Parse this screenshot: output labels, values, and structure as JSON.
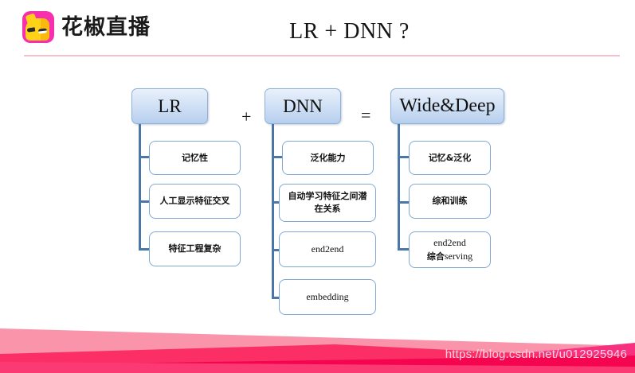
{
  "brand": {
    "name": "花椒直播",
    "logo_icon": "huajiao-cat-logo-icon",
    "logo_bg_color": "#f72fae",
    "logo_face_color": "#ffd21a"
  },
  "title": "LR + DNN ?",
  "operators": {
    "plus": "+",
    "equals": "="
  },
  "diagram": {
    "columns": [
      {
        "id": "lr",
        "header": "LR",
        "children": [
          {
            "text": "记忆性",
            "script": "cjk"
          },
          {
            "text": "人工显示特征交叉",
            "script": "cjk"
          },
          {
            "text": "特征工程复杂",
            "script": "cjk"
          }
        ]
      },
      {
        "id": "dnn",
        "header": "DNN",
        "children": [
          {
            "text": "泛化能力",
            "script": "cjk"
          },
          {
            "text": "自动学习特征之间潜在关系",
            "script": "cjk"
          },
          {
            "text": "end2end",
            "script": "latin"
          },
          {
            "text": "embedding",
            "script": "latin"
          }
        ]
      },
      {
        "id": "wide-deep",
        "header": "Wide&Deep",
        "children": [
          {
            "text": "记忆&泛化",
            "script": "cjk"
          },
          {
            "text": "综和训练",
            "script": "cjk"
          },
          {
            "text": "end2end\n综合serving",
            "script": "mixed",
            "line1": "end2end",
            "line2_cjk": "综合",
            "line2_latin": "serving"
          }
        ]
      }
    ]
  },
  "watermark": "https://blog.csdn.net/u012925946",
  "colors": {
    "rule": "#f3c0cc",
    "header_box_border": "#8fb2d9",
    "connector": "#4a77a8",
    "child_border": "#7fa8d4",
    "deco_pink_light": "#f98ba4",
    "deco_pink_mid": "#fb5f8e",
    "deco_pink_bright": "#fb3165",
    "deco_pink_hot": "#fd4077",
    "deco_magenta": "#f7317f",
    "deco_crimson": "#e8083f",
    "watermark_text": "#f6d3e0"
  }
}
